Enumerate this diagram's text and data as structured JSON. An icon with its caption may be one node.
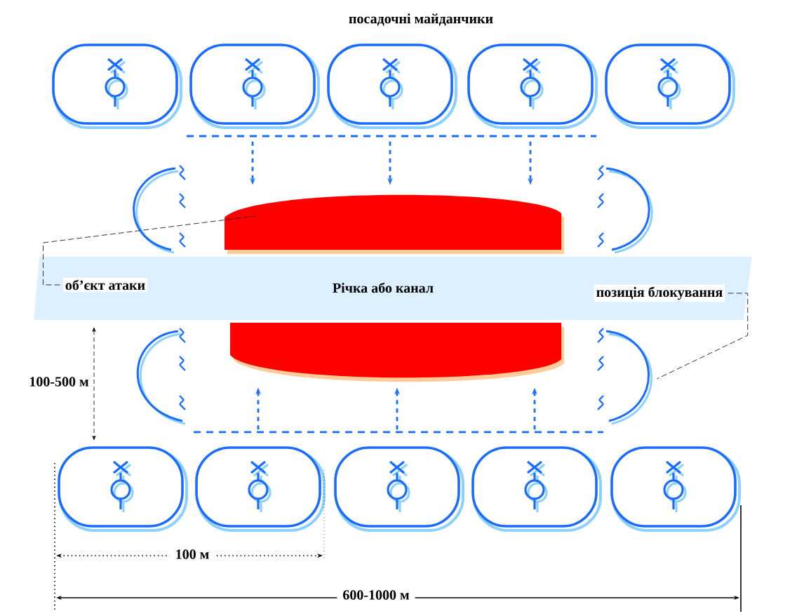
{
  "diagram": {
    "title": "посадочні майданчики",
    "nodes": [
      {
        "text": [],
        "shape": "box"
      },
      {
        "text": [],
        "shape": "box"
      },
      {
        "text": [],
        "shape": "box"
      },
      {
        "text": [],
        "shape": "box"
      },
      {
        "text": [],
        "shape": "box"
      },
      {
        "text": [],
        "shape": "box"
      },
      {
        "text": [],
        "shape": "box"
      },
      {
        "text": [],
        "shape": "box"
      },
      {
        "text": [],
        "shape": "box"
      },
      {
        "text": [],
        "shape": "box"
      },
      {
        "text": [
          "Річка або канал"
        ]
      },
      {
        "text": [],
        "shape": "dome"
      },
      {
        "text": [],
        "shape": "dome"
      },
      {
        "text": [
          "об’єкт атаки"
        ],
        "in": 10
      },
      {
        "text": [
          "позиція блокування"
        ],
        "in": 10
      },
      {
        "text": [],
        "shape": "arc"
      }
    ],
    "edges": [
      {
        "from": 1,
        "to": 11,
        "arrow": "to",
        "style": "dashed"
      },
      {
        "from": 2,
        "to": 11,
        "arrow": "to",
        "style": "dashed"
      },
      {
        "from": 3,
        "to": 11,
        "arrow": "to",
        "style": "dashed"
      },
      {
        "from": 6,
        "to": 12,
        "arrow": "to",
        "style": "dashed"
      },
      {
        "from": 7,
        "to": 12,
        "arrow": "to",
        "style": "dashed"
      },
      {
        "from": 8,
        "to": 12,
        "arrow": "to",
        "style": "dashed"
      },
      {
        "from": 13,
        "to": 11,
        "arrow": "none",
        "style": "dashed",
        "color": "#000000"
      },
      {
        "from": 14,
        "to": 15,
        "arrow": "none",
        "style": "dashed",
        "color": "#000000"
      }
    ],
    "labels": [
      "100-500 м",
      "100 м",
      "600-1000 м"
    ]
  }
}
